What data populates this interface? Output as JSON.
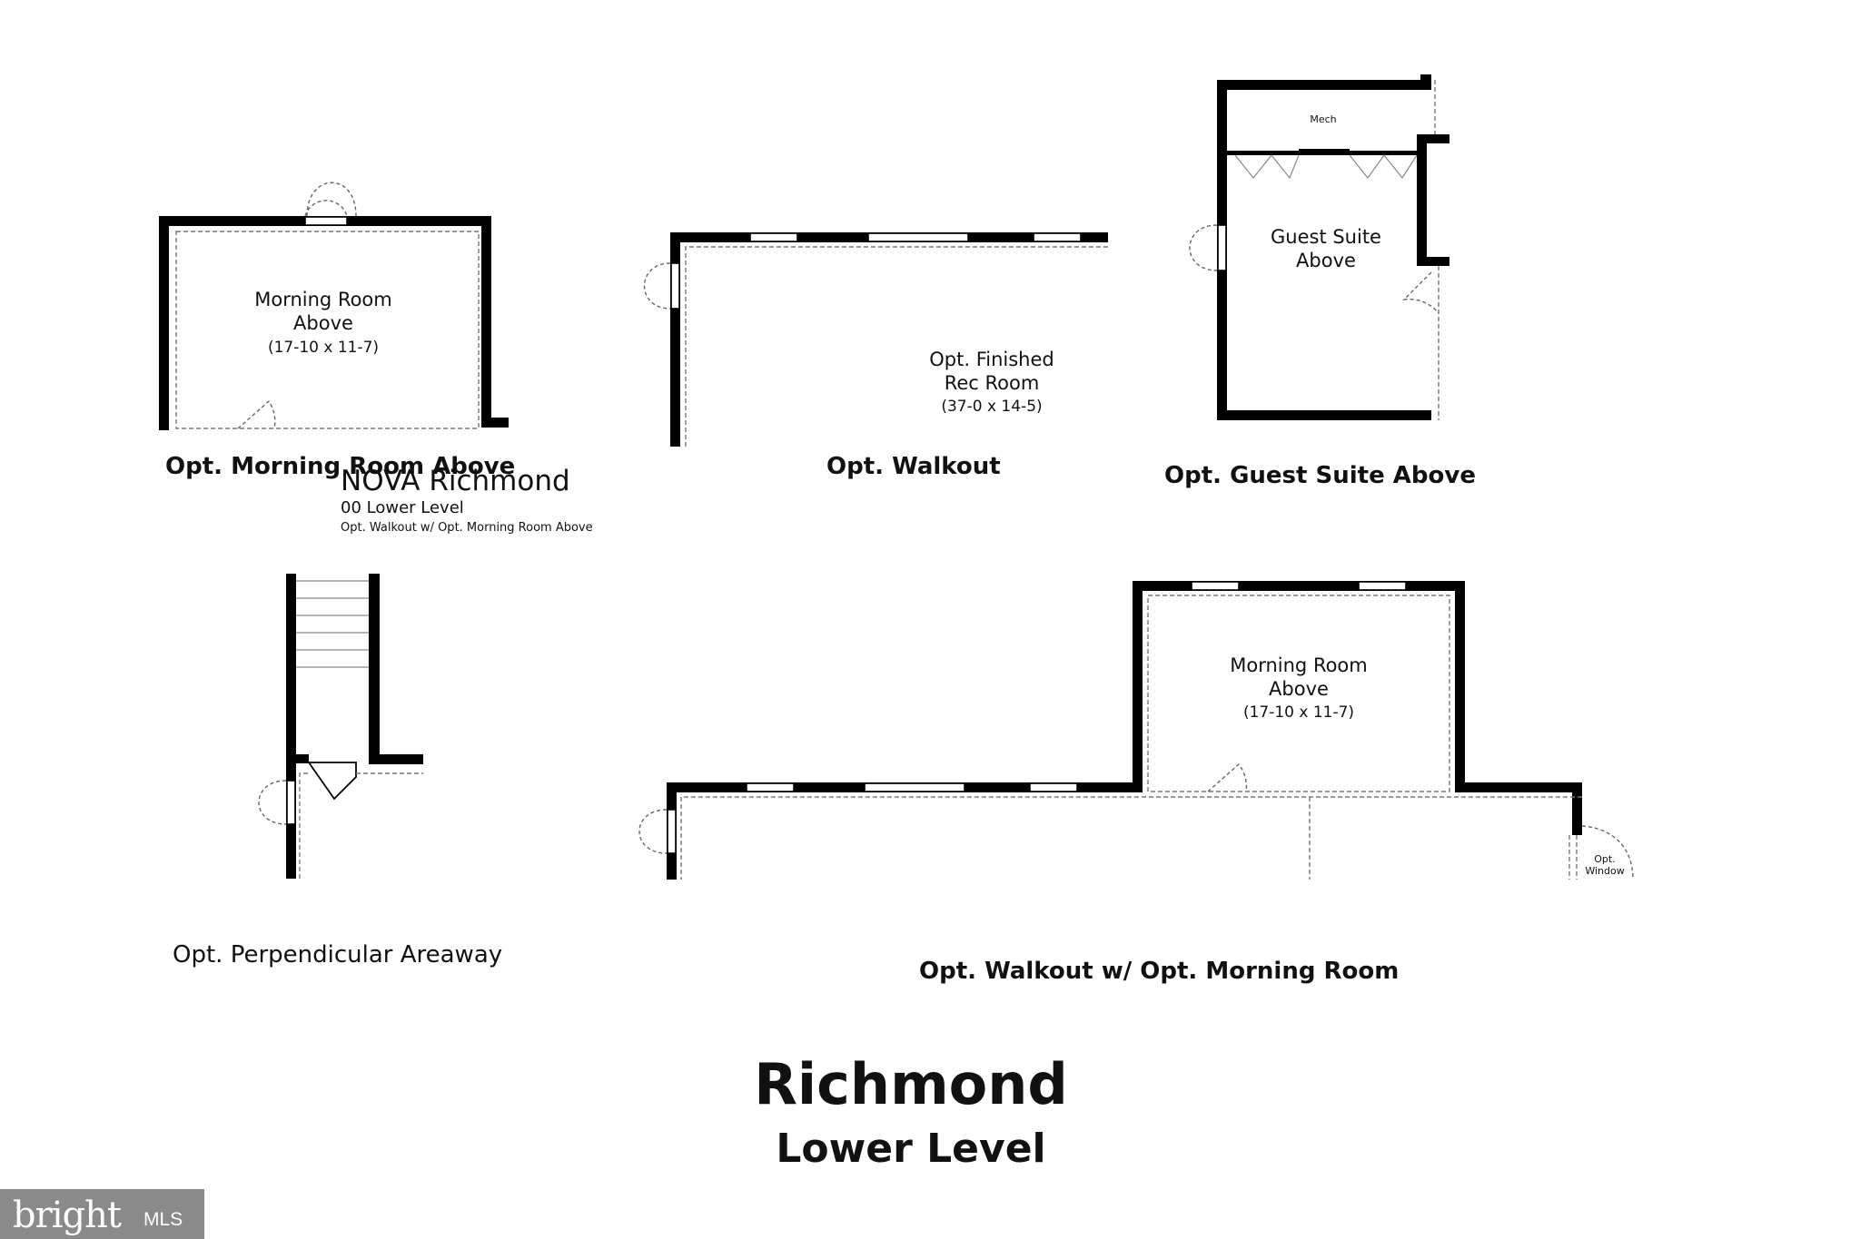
{
  "plans": {
    "morning_room": {
      "room_name_1": "Morning Room",
      "room_name_2": "Above",
      "room_dims": "(17-10 x 11-7)",
      "caption": "Opt. Morning Room Above"
    },
    "walkout": {
      "room_name_1": "Opt. Finished",
      "room_name_2": "Rec Room",
      "room_dims": "(37-0 x 14-5)",
      "caption": "Opt. Walkout"
    },
    "guest_suite": {
      "mech_label": "Mech",
      "room_name_1": "Guest Suite",
      "room_name_2": "Above",
      "caption": "Opt. Guest Suite Above"
    },
    "areaway": {
      "caption": "Opt. Perpendicular Areaway"
    },
    "walkout_morning": {
      "room_name_1": "Morning Room",
      "room_name_2": "Above",
      "room_dims": "(17-10 x 11-7)",
      "opt_window_1": "Opt.",
      "opt_window_2": "Window",
      "caption": "Opt. Walkout w/ Opt. Morning Room"
    }
  },
  "overlay": {
    "nova_title": "NOVA Richmond",
    "level": "00 Lower Level",
    "option_note": "Opt. Walkout w/ Opt. Morning Room Above"
  },
  "title": {
    "model": "Richmond",
    "level": "Lower Level"
  },
  "watermark": {
    "brand": "bright",
    "suffix": "MLS"
  }
}
